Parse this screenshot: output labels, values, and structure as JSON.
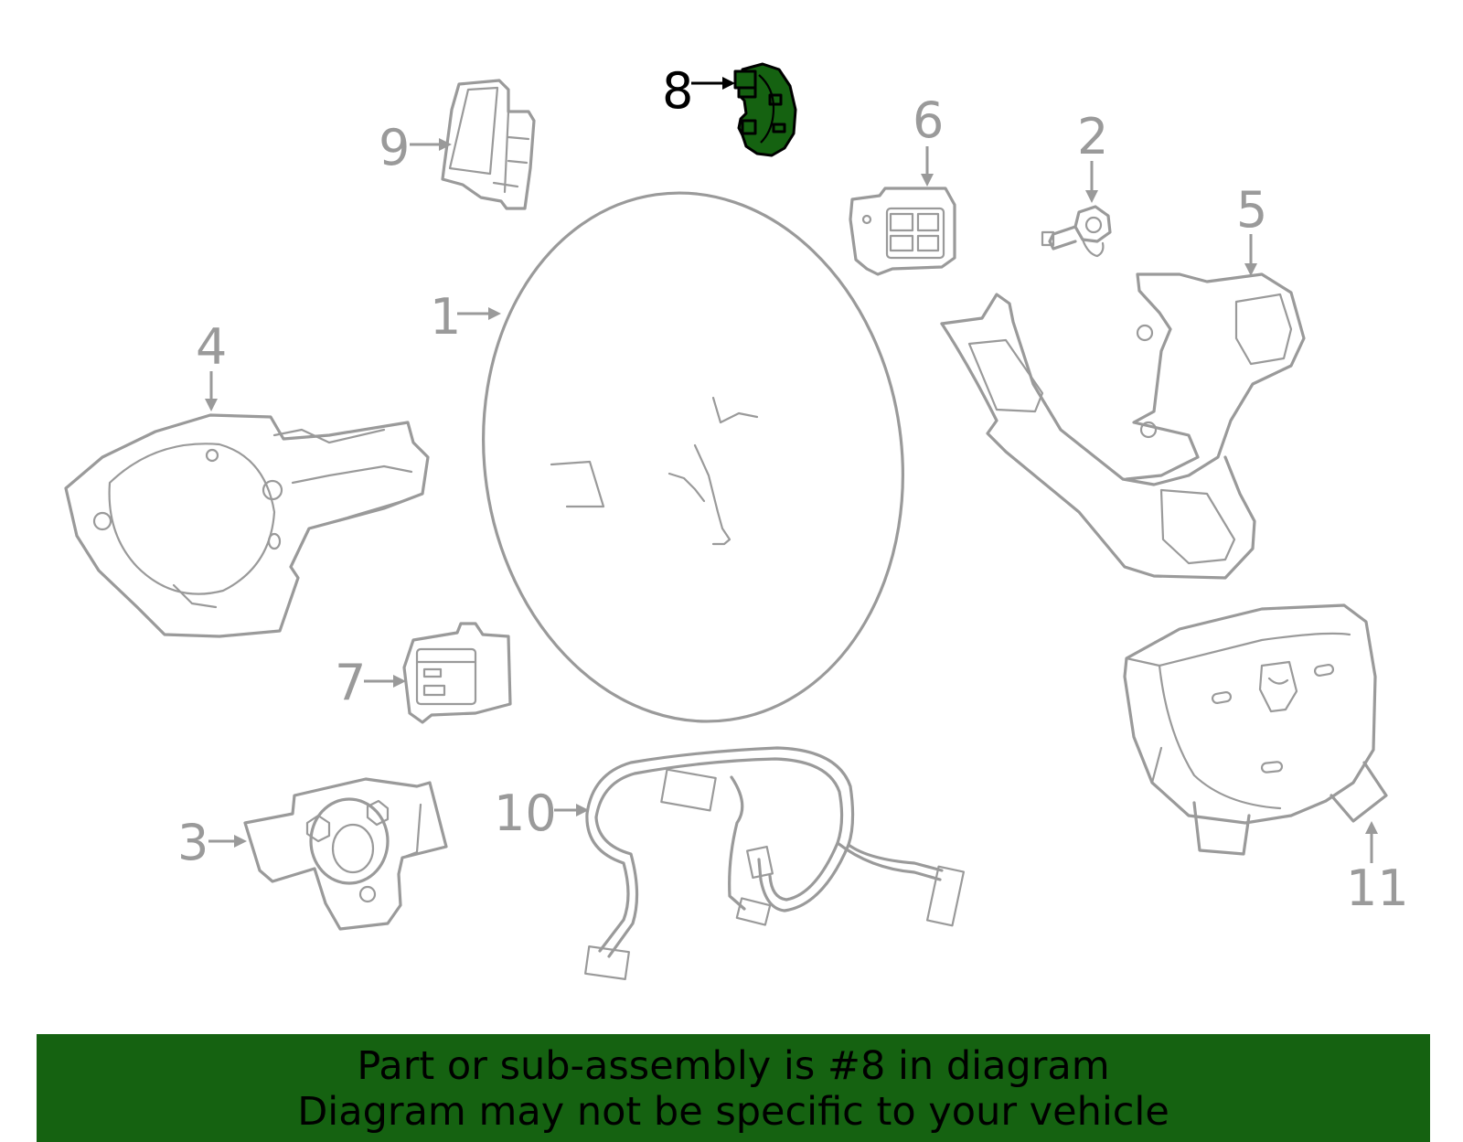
{
  "callouts": {
    "c1": "1",
    "c2": "2",
    "c3": "3",
    "c4": "4",
    "c5": "5",
    "c6": "6",
    "c7": "7",
    "c8": "8",
    "c9": "9",
    "c10": "10",
    "c11": "11"
  },
  "highlight": {
    "part": "8",
    "color": "#156211"
  },
  "banner": {
    "line1": "Part or sub-assembly is #8 in diagram",
    "line2": "Diagram may not be specific to your vehicle",
    "color": "#156211"
  }
}
